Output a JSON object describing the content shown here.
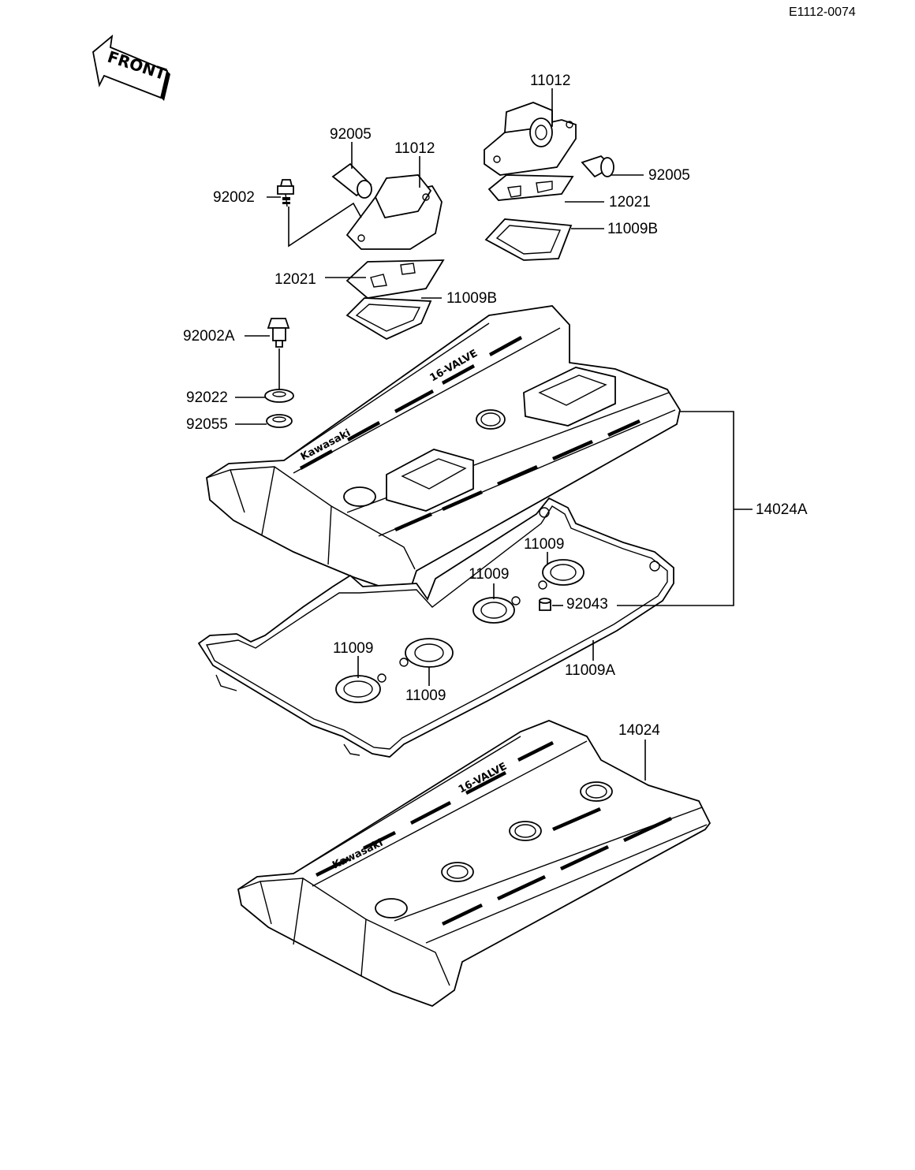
{
  "diagram": {
    "doc_code": "E1112-0074",
    "front_arrow": "FRONT",
    "cover_logos": [
      "Kawasaki",
      "16-VALVE"
    ],
    "callouts": [
      {
        "id": "c-11012-a",
        "label": "11012"
      },
      {
        "id": "c-11012-b",
        "label": "11012"
      },
      {
        "id": "c-92005-a",
        "label": "92005"
      },
      {
        "id": "c-92005-b",
        "label": "92005"
      },
      {
        "id": "c-92002",
        "label": "92002"
      },
      {
        "id": "c-12021-a",
        "label": "12021"
      },
      {
        "id": "c-12021-b",
        "label": "12021"
      },
      {
        "id": "c-11009b-a",
        "label": "11009B"
      },
      {
        "id": "c-11009b-b",
        "label": "11009B"
      },
      {
        "id": "c-92002a",
        "label": "92002A"
      },
      {
        "id": "c-92022",
        "label": "92022"
      },
      {
        "id": "c-92055",
        "label": "92055"
      },
      {
        "id": "c-14024a",
        "label": "14024A"
      },
      {
        "id": "c-11009-a",
        "label": "11009"
      },
      {
        "id": "c-11009-b",
        "label": "11009"
      },
      {
        "id": "c-92043",
        "label": "92043"
      },
      {
        "id": "c-11009-c",
        "label": "11009"
      },
      {
        "id": "c-11009-d",
        "label": "11009"
      },
      {
        "id": "c-11009a",
        "label": "11009A"
      },
      {
        "id": "c-14024",
        "label": "14024"
      }
    ]
  }
}
